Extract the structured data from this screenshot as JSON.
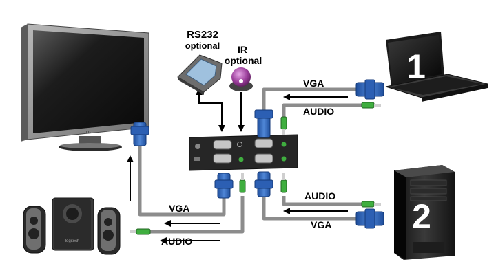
{
  "labels": {
    "rs232": "RS232",
    "rs232_optional": "optional",
    "ir": "IR",
    "ir_optional": "optional",
    "vga_in_1": "VGA",
    "audio_in_1": "AUDIO",
    "audio_in_2": "AUDIO",
    "vga_in_2": "VGA",
    "vga_out": "VGA",
    "audio_out": "AUDIO"
  },
  "computers": {
    "laptop_number": "1",
    "desktop_number": "2"
  },
  "monitor": {
    "brand": "LG"
  },
  "speakers": {
    "brand": "logitech"
  },
  "colors": {
    "cable": "#8c8c8c",
    "vga_connector": "#2c5fb3",
    "audio_connector": "#3fae3f",
    "arrow": "#000000"
  }
}
